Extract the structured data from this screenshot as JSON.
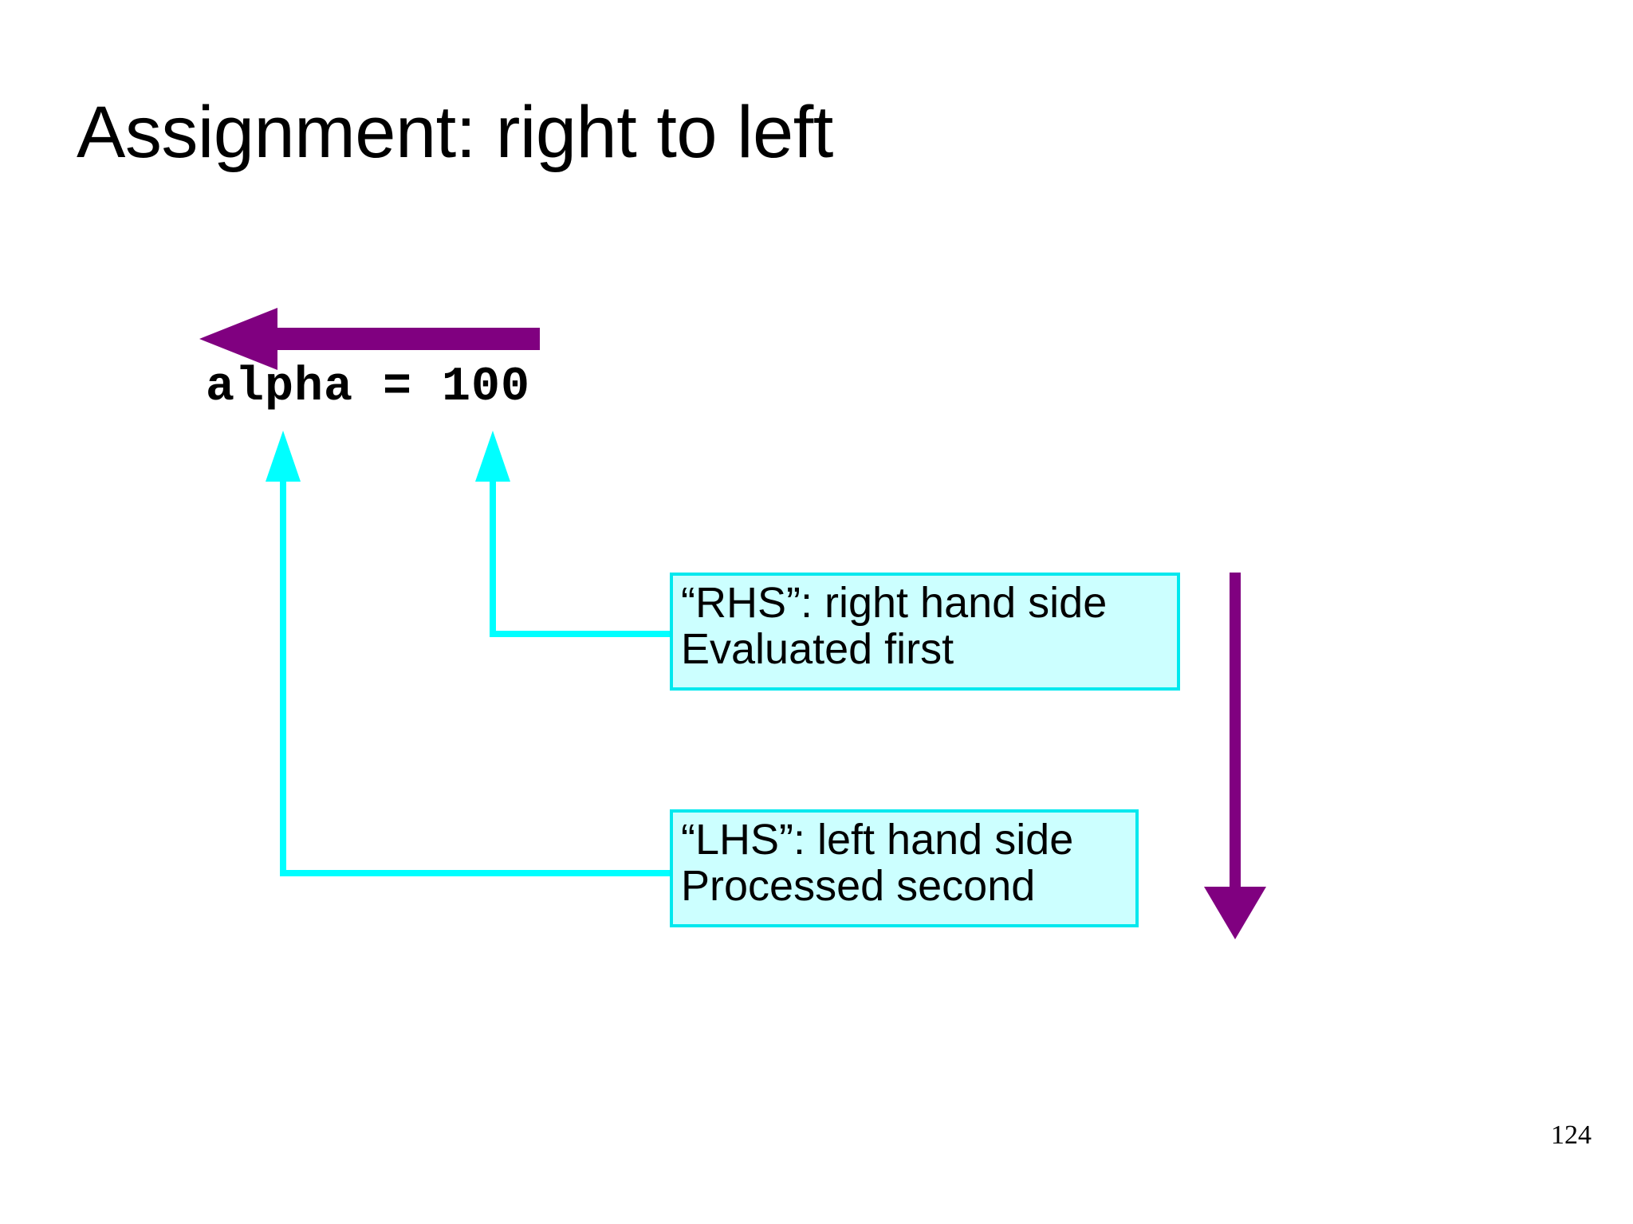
{
  "slide": {
    "title": "Assignment: right to left",
    "page_number": "124",
    "background_color": "#ffffff"
  },
  "code": {
    "text": "alpha = 100",
    "variable": "alpha",
    "operator": "=",
    "value": "100"
  },
  "callouts": [
    {
      "id": "rhs",
      "line1": "“RHS”: right hand side",
      "line2": "Evaluated first",
      "fill_color": "#ccffff",
      "border_color": "#00e8ee"
    },
    {
      "id": "lhs",
      "line1": "“LHS”: left hand side",
      "line2": "Processed second",
      "fill_color": "#ccffff",
      "border_color": "#00e8ee"
    }
  ],
  "arrows": {
    "evaluation_direction": {
      "name": "right-to-left-arrow",
      "color": "#800080",
      "direction": "left"
    },
    "processing_order": {
      "name": "top-to-bottom-arrow",
      "color": "#800080",
      "direction": "down"
    },
    "rhs_connector": {
      "name": "rhs-connector-arrow",
      "color": "#00ffff",
      "direction": "up"
    },
    "lhs_connector": {
      "name": "lhs-connector-arrow",
      "color": "#00ffff",
      "direction": "up"
    }
  }
}
